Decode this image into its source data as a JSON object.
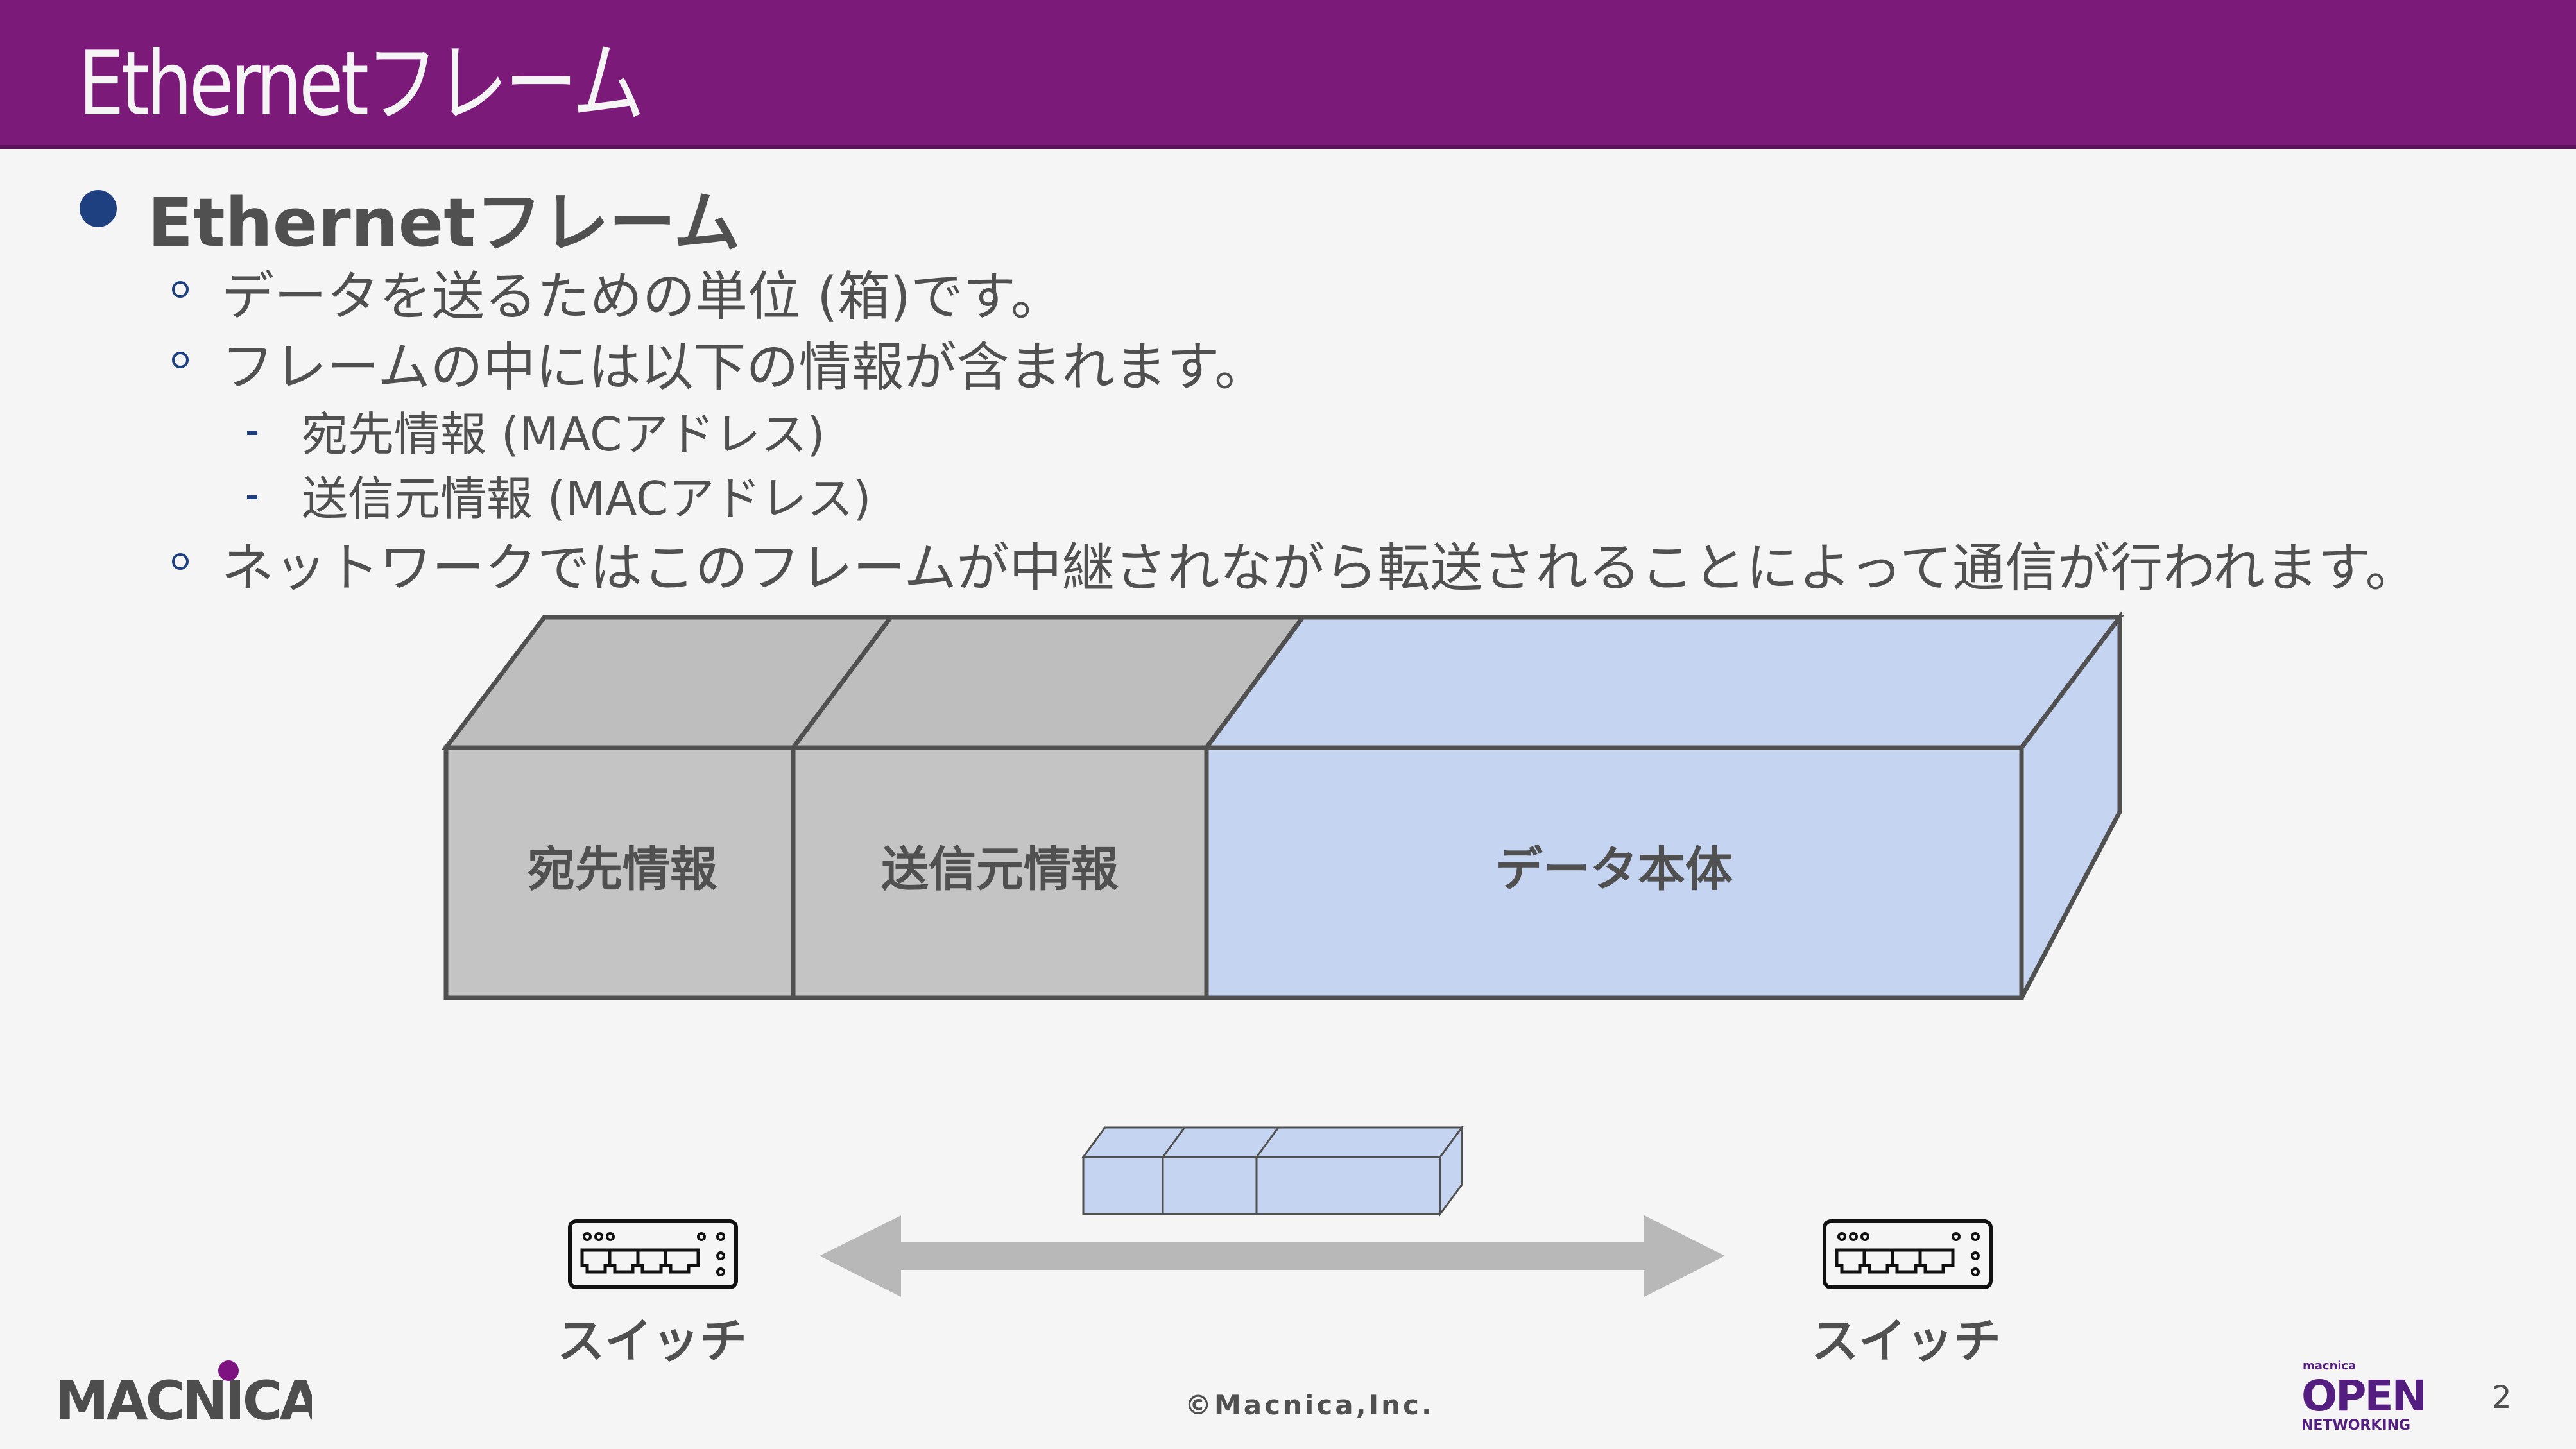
{
  "header": {
    "title": "Ethernetフレーム"
  },
  "content": {
    "heading": "Ethernetフレーム",
    "bullets": [
      "データを送るための単位 (箱)です。",
      "フレームの中には以下の情報が含まれます。",
      "ネットワークではこのフレームが中継されながら転送されることによって通信が行われます。"
    ],
    "sub_bullets": [
      "宛先情報 (MACアドレス)",
      "送信元情報 (MACアドレス)"
    ]
  },
  "diagram": {
    "frame_segments": [
      "宛先情報",
      "送信元情報",
      "データ本体"
    ],
    "colors": {
      "header_fill": "#c4c4c4",
      "header_top": "#bebebe",
      "data_fill": "#c5d5f1",
      "stroke": "#505050",
      "arrow": "#b8b8b8"
    },
    "left_switch_label": "スイッチ",
    "right_switch_label": "スイッチ"
  },
  "footer": {
    "copyright": "©Macnica,Inc.",
    "page_number": "2",
    "logo_left": "MACNICA",
    "logo_right_top": "macnica",
    "logo_right_main": "OPEN",
    "logo_right_bottom": "NETWORKING"
  },
  "theme": {
    "accent": "#7b1a79",
    "bullet": "#1e3f80"
  }
}
